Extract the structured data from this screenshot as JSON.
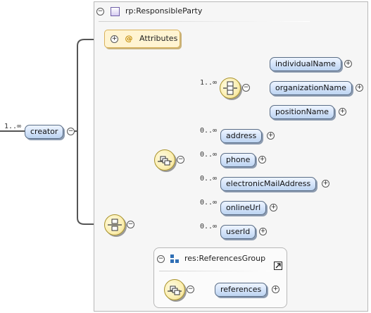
{
  "type_box": {
    "label": "rp:ResponsibleParty",
    "expander": "−"
  },
  "root": {
    "label": "creator",
    "cardinality": "1..∞",
    "expander": "−"
  },
  "attributes": {
    "label": "Attributes",
    "expander": "+",
    "symbol": "@"
  },
  "choice": {
    "cardinality": "1..∞",
    "items": [
      {
        "label": "individualName",
        "expander": "+"
      },
      {
        "label": "organizationName",
        "expander": "+"
      },
      {
        "label": "positionName",
        "expander": "+"
      }
    ]
  },
  "optional_items": [
    {
      "label": "address",
      "cardinality": "0..∞",
      "expander": "+"
    },
    {
      "label": "phone",
      "cardinality": "0..∞",
      "expander": "+"
    },
    {
      "label": "electronicMailAddress",
      "cardinality": "0..∞",
      "expander": "+"
    },
    {
      "label": "onlineUrl",
      "cardinality": "0..∞",
      "expander": "+"
    },
    {
      "label": "userId",
      "cardinality": "0..∞",
      "expander": "+"
    }
  ],
  "group": {
    "label": "res:ReferencesGroup",
    "expander": "−",
    "link_icon": "external-link-icon"
  },
  "references": {
    "label": "references",
    "expander": "+"
  },
  "sequence_expander": "−",
  "colors": {
    "wire": "#555555",
    "pill_border": "#5a6d86",
    "compositor_fill": "#fbeeb0",
    "type_border": "#b8b8b8"
  }
}
